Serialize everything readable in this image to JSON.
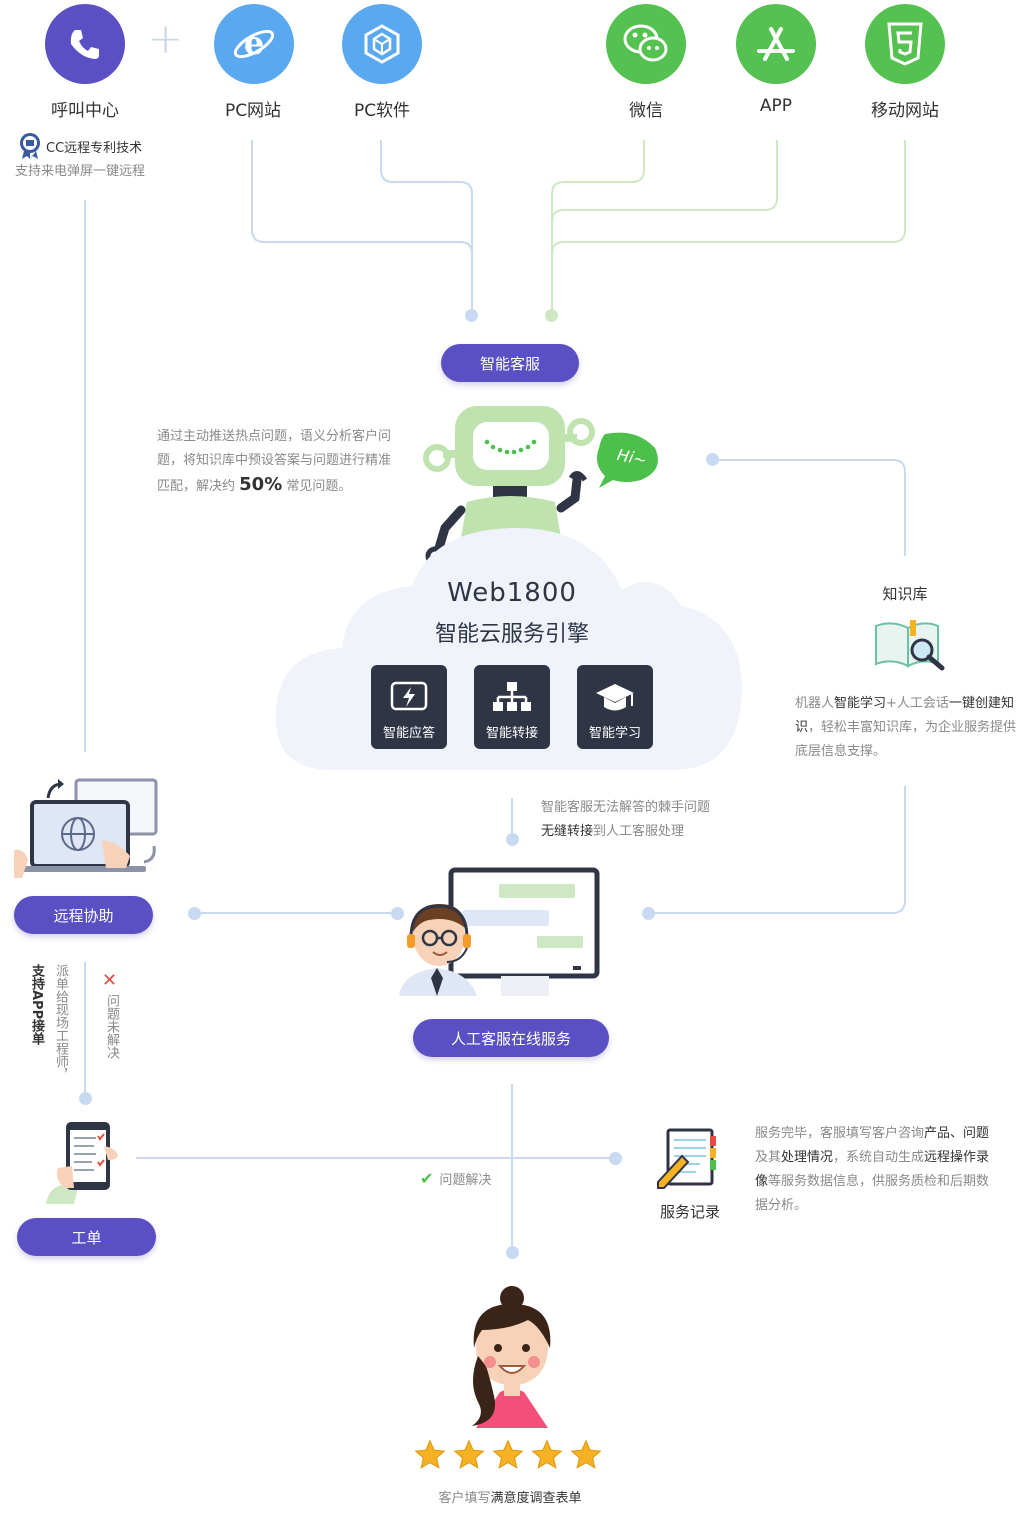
{
  "channels": {
    "call_center": {
      "label": "呼叫中心",
      "color": "#5b4fc4"
    },
    "plus": "+",
    "pc_web": {
      "label": "PC网站",
      "color": "#5aa8f0"
    },
    "pc_software": {
      "label": "PC软件",
      "color": "#5aa8f0"
    },
    "wechat": {
      "label": "微信",
      "color": "#54c150"
    },
    "app": {
      "label": "APP",
      "color": "#54c150"
    },
    "mobile_web": {
      "label": "移动网站",
      "color": "#54c150"
    }
  },
  "call_center_notes": {
    "patent": "CC远程专利技术",
    "support": "支持来电弹屏一键远程"
  },
  "smart_service": {
    "label": "智能客服"
  },
  "robot": {
    "bubble": "Hi~"
  },
  "push_note": {
    "part1": "通过主动推送热点问题，语义分析客户问题，将知识库中预设答案与问题进行精准匹配，解决约 ",
    "highlight": "50%",
    "part2": " 常见问题。"
  },
  "engine": {
    "name": "Web1800",
    "subtitle": "智能云服务引擎",
    "features": [
      {
        "label": "智能应答",
        "icon": "lightning-icon"
      },
      {
        "label": "智能转接",
        "icon": "org-chart-icon"
      },
      {
        "label": "智能学习",
        "icon": "graduation-cap-icon"
      }
    ]
  },
  "knowledge_base": {
    "title": "知识库",
    "desc_parts": [
      "机器人",
      "智能学习",
      "+人工会话",
      "一键创建知识",
      "，轻松丰富知识库，为企业服务提供底层信息支撑。"
    ]
  },
  "transfer_note": {
    "line1": "智能客服无法解答的棘手问题",
    "line2_dark": "无缝转接",
    "line2_gray": "到人工客服处理"
  },
  "remote_assist": {
    "label": "远程协助"
  },
  "human_service": {
    "label": "人工客服在线服务"
  },
  "dispatch": {
    "col1": "支持APP接单",
    "col2": "派单给现场工程师，",
    "unsolved": "问题未解决"
  },
  "work_order": {
    "label": "工单"
  },
  "solved": {
    "label": "问题解决"
  },
  "service_record": {
    "title": "服务记录",
    "desc_parts": [
      "服务完毕，客服填写客户咨询",
      "产品、问题",
      "及其",
      "处理情况",
      "，系统自动生成",
      "远程操作录像",
      "等服务数据信息，供服务质检和后期数据分析。"
    ]
  },
  "survey": {
    "gray": "客户填写",
    "dark": "满意度调查表单"
  },
  "colors": {
    "purple": "#5b4fc4",
    "blue_line": "#c8daf2",
    "green_line": "#cfe8c4",
    "star": "#f5b323"
  }
}
